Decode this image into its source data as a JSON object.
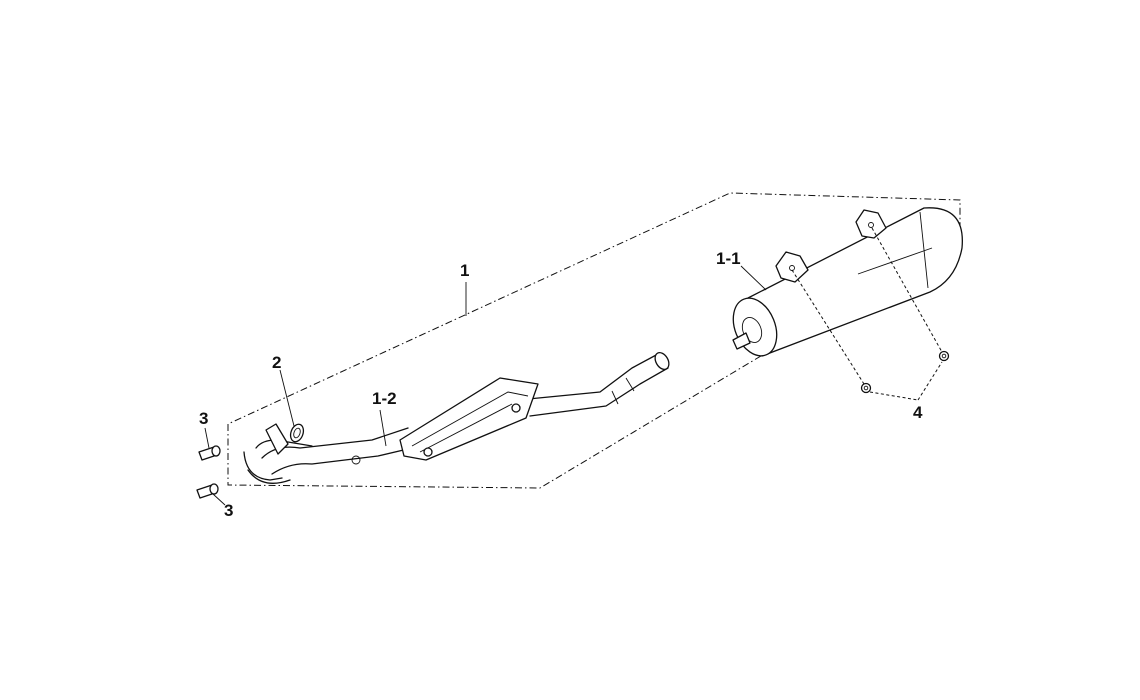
{
  "callouts": {
    "assembly": "1",
    "muffler": "1-1",
    "exhaust_pipe": "1-2",
    "gasket": "2",
    "flange_bolt_upper": "3",
    "flange_bolt_lower": "3",
    "muffler_bolts": "4"
  }
}
